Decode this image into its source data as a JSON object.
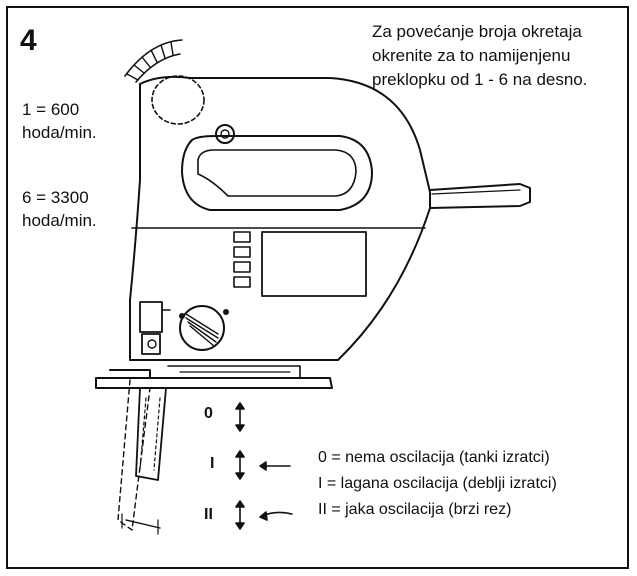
{
  "figure": {
    "number": "4"
  },
  "instruction": {
    "lines": [
      "Za povećanje broja okretaja",
      "okrenite za to namijenjenu",
      "preklopku od 1 - 6 na desno."
    ]
  },
  "speeds": {
    "low": {
      "setting": "1 = 600",
      "unit": "hoda/min."
    },
    "high": {
      "setting": "6 = 3300",
      "unit": "hoda/min."
    }
  },
  "oscillation": {
    "marks": [
      "0",
      "I",
      "II"
    ],
    "legend": [
      "0 = nema oscilacija (tanki izratci)",
      "I = lagana oscilacija (deblji izratci)",
      "II = jaka oscilacija  (brzi rez)"
    ]
  }
}
